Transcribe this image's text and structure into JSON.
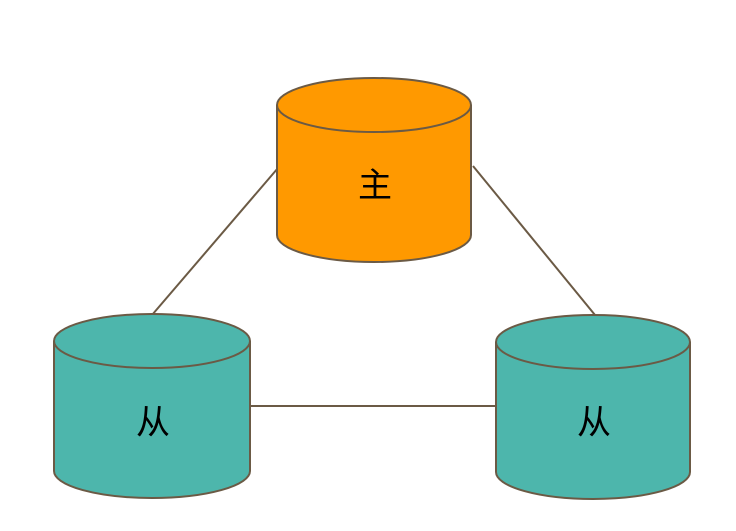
{
  "colors": {
    "master_fill": "#FF9900",
    "slave_fill": "#4DB6AC",
    "outline": "#6B5A45",
    "connector": "#6B5A45",
    "background": "#FFFFFF"
  },
  "nodes": {
    "master": {
      "label": "主",
      "icon": "database-cylinder-icon"
    },
    "slave_left": {
      "label": "从",
      "icon": "database-cylinder-icon"
    },
    "slave_right": {
      "label": "从",
      "icon": "database-cylinder-icon"
    }
  },
  "edges": [
    {
      "from": "master",
      "to": "slave_left"
    },
    {
      "from": "master",
      "to": "slave_right"
    },
    {
      "from": "slave_left",
      "to": "slave_right"
    }
  ]
}
